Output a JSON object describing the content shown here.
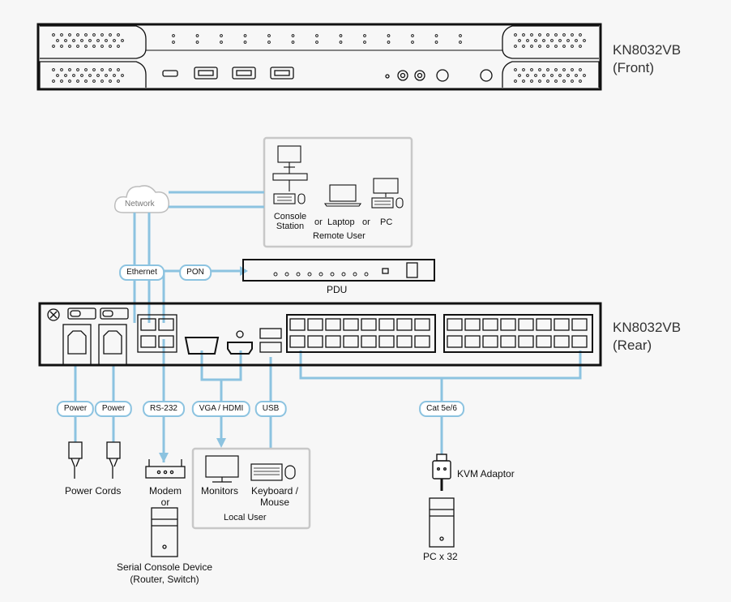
{
  "front": {
    "model": "KN8032VB",
    "side": "(Front)"
  },
  "rear": {
    "model": "KN8032VB",
    "side": "(Rear)"
  },
  "remote": {
    "console_station": [
      "Console",
      "Station"
    ],
    "or1": "or",
    "laptop": "Laptop",
    "or2": "or",
    "pc": "PC",
    "caption": "Remote User"
  },
  "network": "Network",
  "pdu": "PDU",
  "pills": {
    "ethernet": "Ethernet",
    "pon": "PON",
    "power1": "Power",
    "power2": "Power",
    "rs232": "RS-232",
    "vga_hdmi": "VGA / HDMI",
    "usb": "USB",
    "cat": "Cat 5e/6"
  },
  "bottom": {
    "power_cords": "Power Cords",
    "modem": "Modem",
    "modem_or": "or",
    "serial": [
      "Serial Console Device",
      "(Router, Switch)"
    ],
    "monitors": "Monitors",
    "keyboard": [
      "Keyboard /",
      "Mouse"
    ],
    "local_user": "Local User",
    "kvm_adaptor": "KVM Adaptor",
    "pc_x32": "PC x 32"
  },
  "colors": {
    "cable": "#8cc3e0",
    "outline": "#111111",
    "box": "#c8c8c8"
  }
}
